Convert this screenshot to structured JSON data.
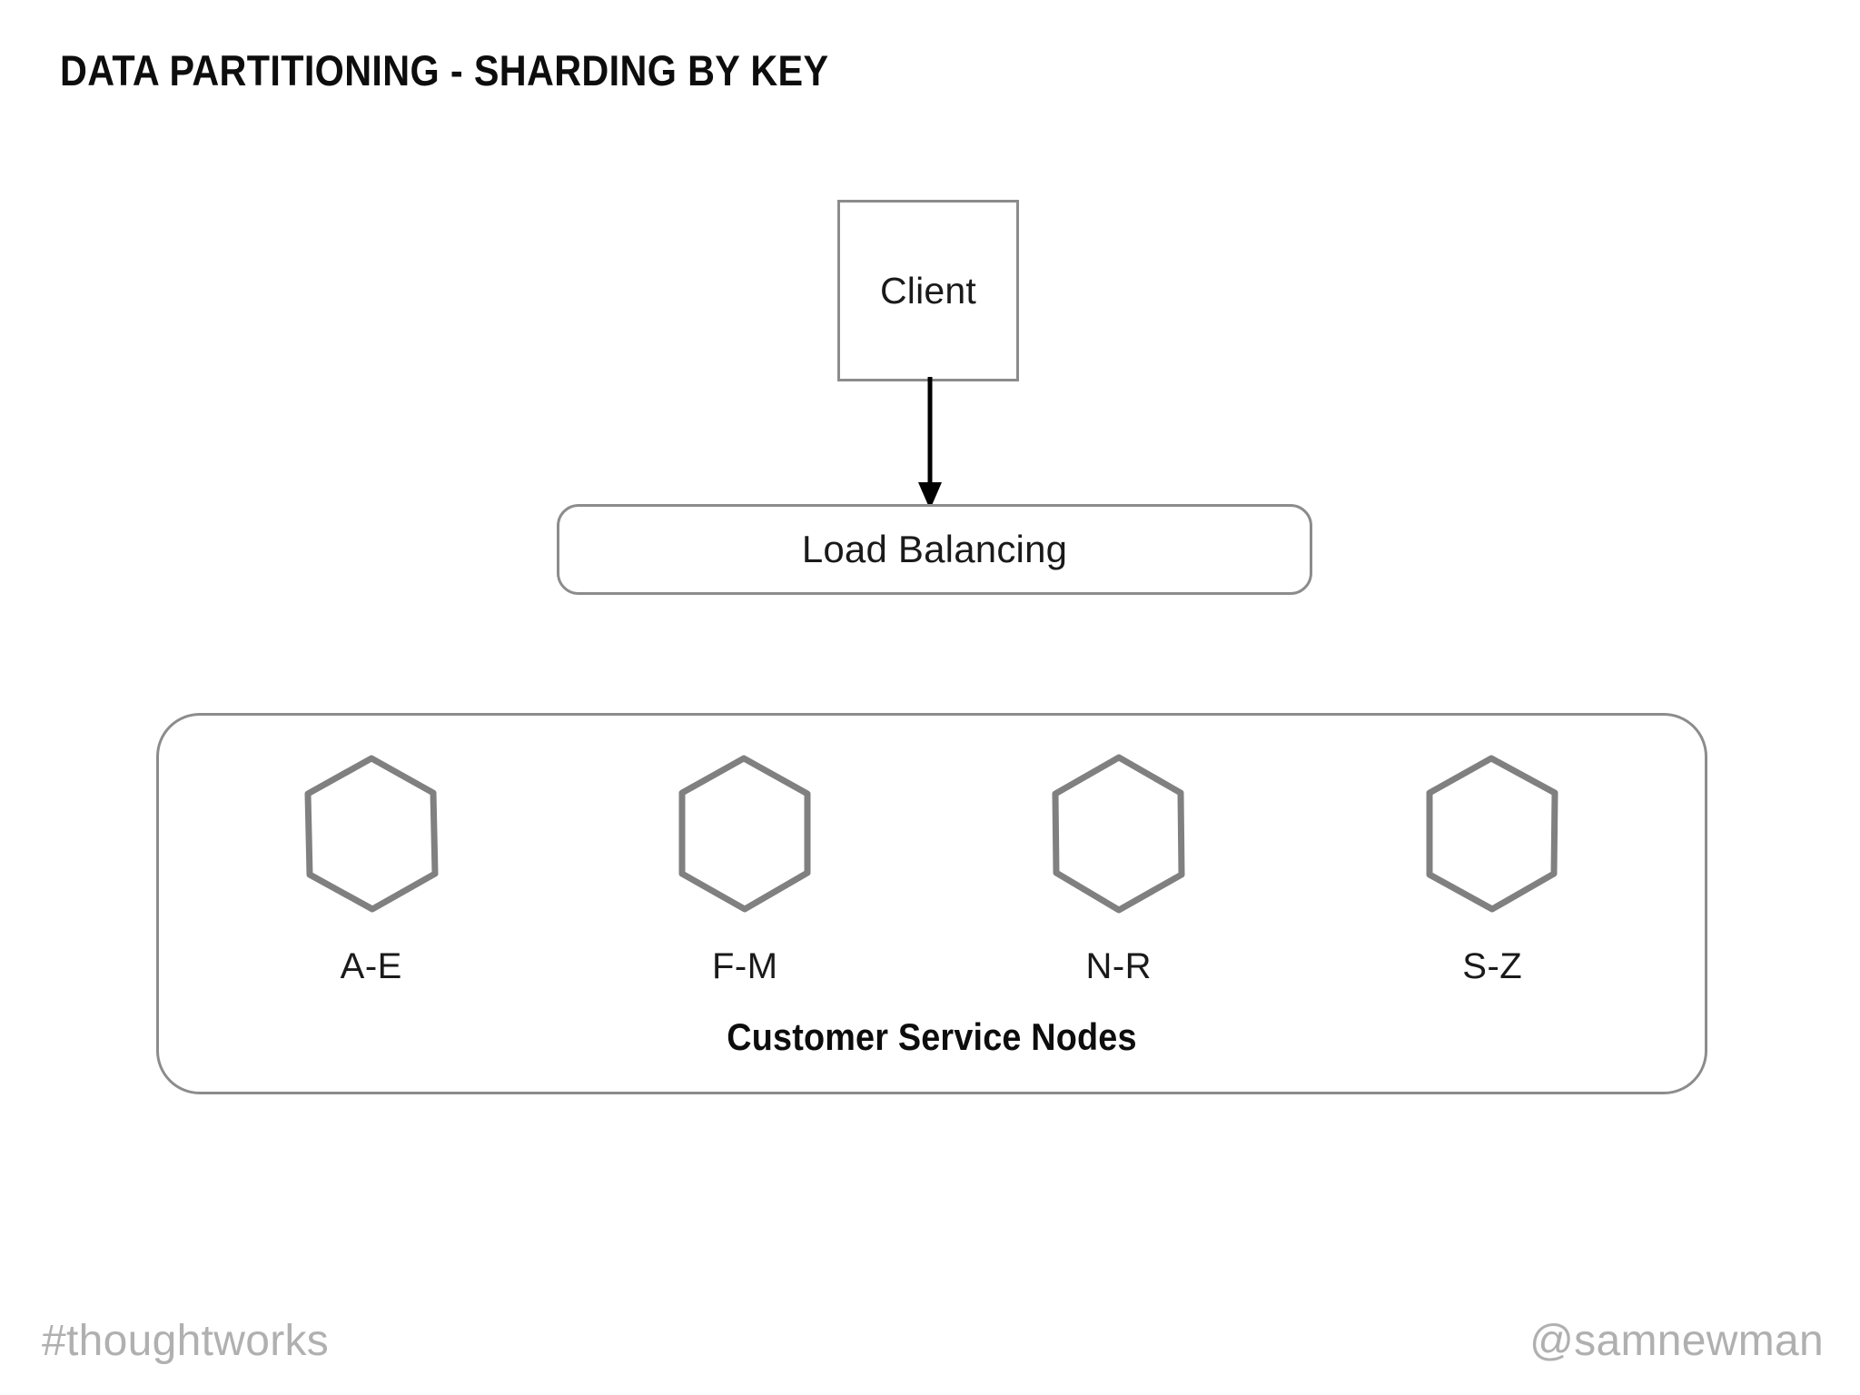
{
  "slide": {
    "title": "DATA PARTITIONING - SHARDING BY KEY",
    "background_color": "#ffffff"
  },
  "colors": {
    "title_text": "#0d0d0d",
    "node_text": "#1a1a1a",
    "box_stroke": "#8c8c8c",
    "hexagon_stroke": "#808080",
    "arrow": "#000000",
    "footer_text": "#b0b0b0"
  },
  "diagram": {
    "client": {
      "label": "Client",
      "shape": "rectangle"
    },
    "arrow": {
      "name": "client-to-load-balancing",
      "direction": "down",
      "style": "solid-filled-arrowhead"
    },
    "load_balancer": {
      "label": "Load Balancing",
      "shape": "rounded-rectangle"
    },
    "nodes_group": {
      "caption": "Customer Service Nodes",
      "shape": "rounded-rectangle",
      "shards": [
        {
          "label": "A-E",
          "icon": "hexagon-icon"
        },
        {
          "label": "F-M",
          "icon": "hexagon-icon"
        },
        {
          "label": "N-R",
          "icon": "hexagon-icon"
        },
        {
          "label": "S-Z",
          "icon": "hexagon-icon"
        }
      ]
    }
  },
  "footer": {
    "left": "#thoughtworks",
    "right": "@samnewman"
  }
}
